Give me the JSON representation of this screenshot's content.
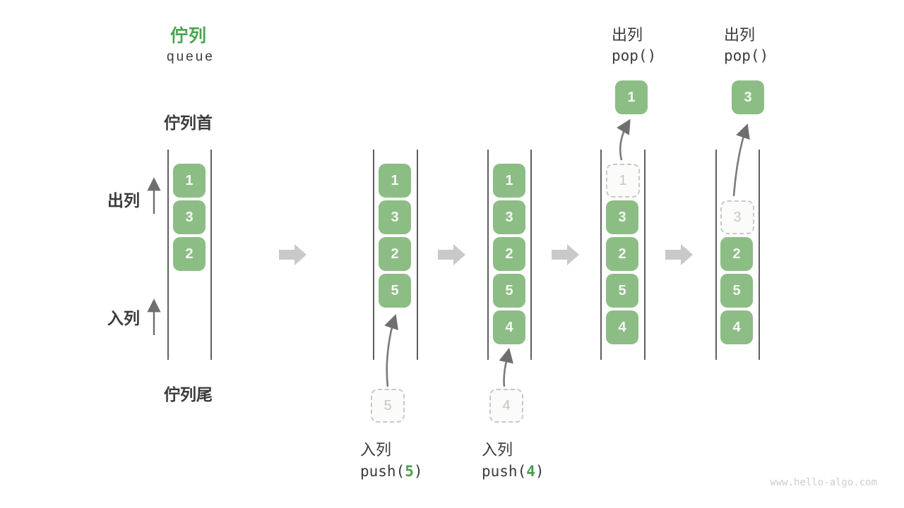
{
  "header": {
    "title_zh": "佇列",
    "title_en": "queue"
  },
  "side_labels": {
    "front": "佇列首",
    "rear": "佇列尾",
    "dequeue": "出列",
    "enqueue": "入列"
  },
  "operations": {
    "enqueue5": {
      "label": "入列",
      "code_pre": "push(",
      "arg": "5",
      "code_post": ")"
    },
    "enqueue4": {
      "label": "入列",
      "code_pre": "push(",
      "arg": "4",
      "code_post": ")"
    },
    "pop_first": {
      "label": "出列",
      "code": "pop()"
    },
    "pop_second": {
      "label": "出列",
      "code": "pop()"
    }
  },
  "states": [
    {
      "cells": [
        "1",
        "3",
        "2"
      ]
    },
    {
      "cells": [
        "1",
        "3",
        "2",
        "5"
      ],
      "incoming": "5"
    },
    {
      "cells": [
        "1",
        "3",
        "2",
        "5",
        "4"
      ],
      "incoming": "4"
    },
    {
      "cells": [
        "3",
        "2",
        "5",
        "4"
      ],
      "removed": "1",
      "popped": "1"
    },
    {
      "cells": [
        "2",
        "5",
        "4"
      ],
      "removed": "3",
      "popped": "3"
    }
  ],
  "watermark": "www.hello-algo.com",
  "colors": {
    "cell_green": "#8cbd85",
    "title_green": "#4aa651",
    "code_arg_green": "#4a9d4e",
    "thin_arrow_gray": "#6f6f6f",
    "block_arrow_gray": "#c9c9c9",
    "ghost_gray": "#c8c8c8",
    "text_dark": "#3b3b3b",
    "channel_line_gray": "#5f5f5f",
    "watermark_gray": "#cdcdcd"
  }
}
